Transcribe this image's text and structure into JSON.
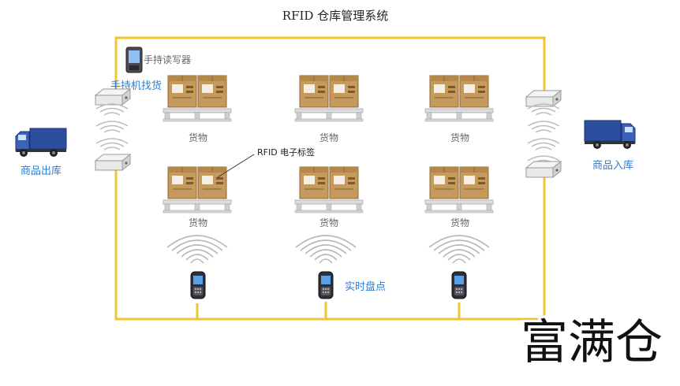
{
  "diagram": {
    "title": "RFID 仓库管理系统",
    "handheld_reader_label": "手持读写器",
    "handheld_search_label": "手持机找货",
    "outbound_label": "商品出库",
    "inbound_label": "商品入库",
    "goods_label": "货物",
    "rfid_tag_label": "RFID 电子标签",
    "realtime_inventory_label": "实时盘点",
    "watermark": "富满仓"
  },
  "colors": {
    "frame": "#f2c530",
    "blue_text": "#2d7bd0",
    "box": "#c69a5c",
    "pallet": "#d8d8d8",
    "truck": "#2b4f9e"
  },
  "icons": [
    "truck-icon",
    "rfid-gate-reader-icon",
    "handheld-reader-icon",
    "wifi-signal-icon",
    "phone-reader-icon",
    "cargo-pallet-icon"
  ]
}
